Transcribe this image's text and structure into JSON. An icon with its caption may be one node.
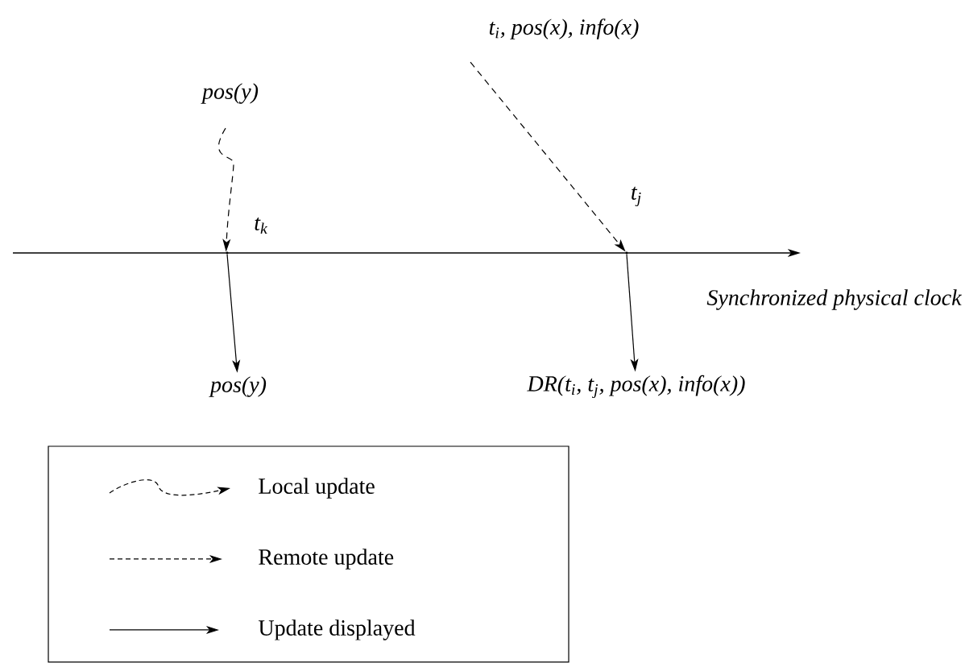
{
  "diagram": {
    "nodes": [
      {
        "text": [
          "t$_{i}$, pos(x), info(x)"
        ]
      },
      {
        "text": [
          "pos(y)"
        ]
      },
      {
        "text": [],
        "shape": "point",
        "beside": [
          "t$_{k}$"
        ]
      },
      {
        "text": [],
        "shape": "point",
        "beside": [
          "t$_{j}$"
        ]
      },
      {
        "text": [
          "pos(y)"
        ]
      },
      {
        "text": [
          "DR(t$_{i}$, t$_{j}$, pos(x), info(x))"
        ]
      }
    ],
    "edges": [
      {
        "from": 1,
        "to": 2,
        "arrow": "to",
        "style": "dashed"
      },
      {
        "from": 0,
        "to": 3,
        "arrow": "to",
        "style": "dashed"
      },
      {
        "from": 2,
        "to": 4,
        "arrow": "to"
      },
      {
        "from": 3,
        "to": 5,
        "arrow": "to"
      }
    ],
    "labels": [
      "Synchronized physical clock"
    ],
    "legend": [
      {
        "text": "Local update"
      },
      {
        "text": "Remote update"
      },
      {
        "text": "Update displayed"
      }
    ]
  }
}
